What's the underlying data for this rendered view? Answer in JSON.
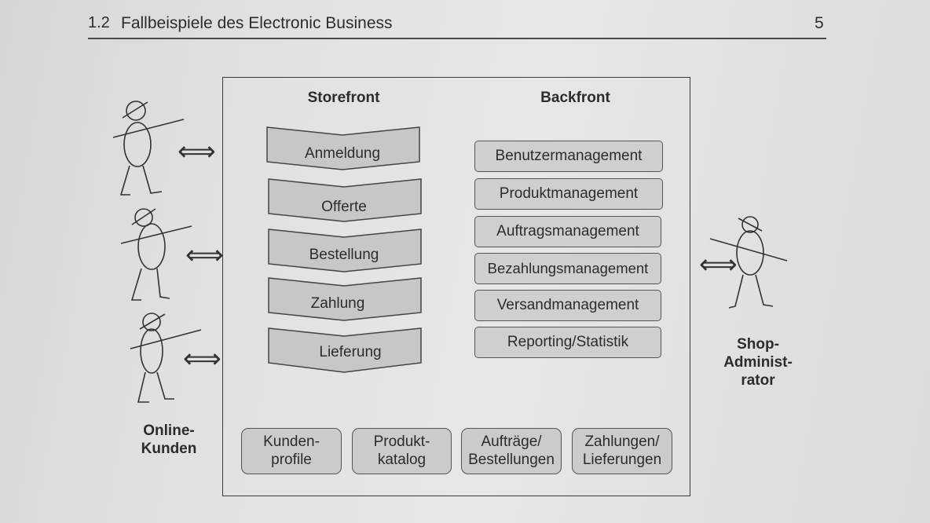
{
  "header": {
    "section_number": "1.2",
    "section_title": "Fallbeispiele des Electronic Business",
    "page_number": "5"
  },
  "diagram": {
    "storefront_title": "Storefront",
    "backfront_title": "Backfront",
    "storefront_steps": [
      "Anmeldung",
      "Offerte",
      "Bestellung",
      "Zahlung",
      "Lieferung"
    ],
    "backfront_items": [
      "Benutzermanagement",
      "Produktmanagement",
      "Auftragsmanagement",
      "Bezahlungsmanagement",
      "Versandmanagement",
      "Reporting/Statistik"
    ],
    "data_stores": [
      {
        "line1": "Kunden-",
        "line2": "profile"
      },
      {
        "line1": "Produkt-",
        "line2": "katalog"
      },
      {
        "line1": "Aufträge/",
        "line2": "Bestellungen"
      },
      {
        "line1": "Zahlungen/",
        "line2": "Lieferungen"
      }
    ],
    "left_actor": {
      "line1": "Online-",
      "line2": "Kunden"
    },
    "right_actor": {
      "line1": "Shop-",
      "line2": "Administ-",
      "line3": "rator"
    },
    "connector_symbol": "⟺"
  },
  "colors": {
    "step_fill": "#c7c7c7",
    "box_fill": "#cfcfcf",
    "line": "#3a3a3a"
  }
}
